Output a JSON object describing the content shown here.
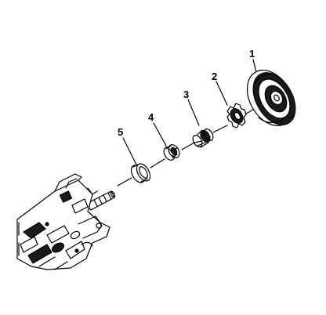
{
  "callouts": {
    "part1": "1",
    "part2": "2",
    "part3": "3",
    "part4": "4",
    "part5": "5"
  },
  "colors": {
    "ink": "#000000",
    "fill": "#ffffff",
    "shade": "#1a1a1a"
  }
}
